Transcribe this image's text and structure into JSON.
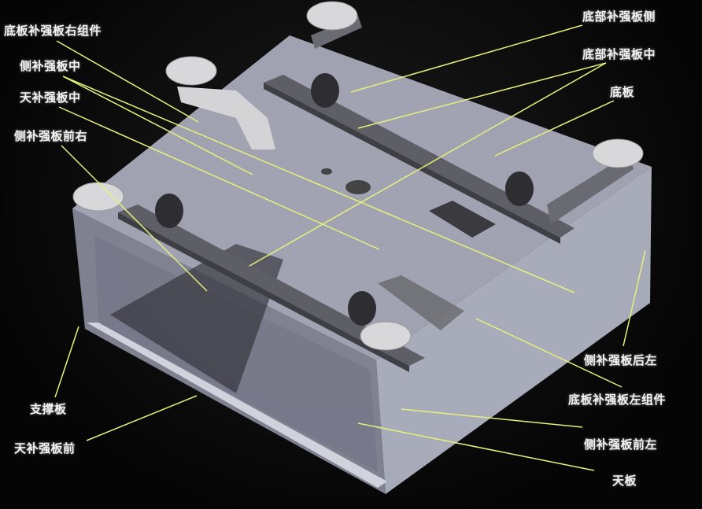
{
  "labels": {
    "bottom_plate_reinforcement_right_assembly": "底板补强板右组件",
    "side_reinforcement_middle": "侧补强板中",
    "top_reinforcement_middle": "天补强板中",
    "side_reinforcement_front_right": "侧补强板前右",
    "bottom_reinforcement_side": "底部补强板侧",
    "bottom_reinforcement_middle": "底部补强板中",
    "bottom_plate": "底板",
    "side_reinforcement_rear_left": "侧补强板后左",
    "bottom_plate_reinforcement_left_assembly": "底板补强板左组件",
    "side_reinforcement_front_left": "侧补强板前左",
    "top_plate": "天板",
    "support_plate": "支撑板",
    "top_reinforcement_front": "天补强板前"
  },
  "colors": {
    "leader": "#e6f07a",
    "background": "#000000",
    "panel": "#b4b6c8"
  }
}
